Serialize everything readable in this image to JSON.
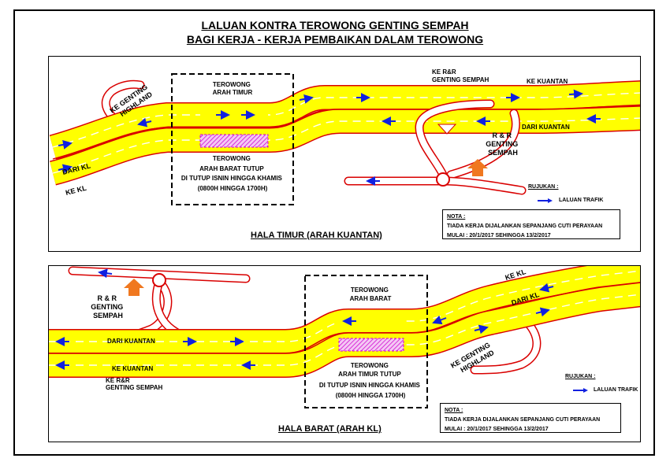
{
  "title_line1": "LALUAN KONTRA TEROWONG GENTING SEMPAH",
  "title_line2": "BAGI KERJA - KERJA PEMBAIKAN DALAM TEROWONG",
  "panel_east": {
    "caption": "HALA TIMUR (ARAH KUANTAN)",
    "label_ke_genting_highland": [
      "KE GENTING",
      "HIGHLAND"
    ],
    "label_dari_kl": "DARI KL",
    "label_ke_kl": "KE KL",
    "label_tunnel_open": [
      "TEROWONG",
      "ARAH TIMUR"
    ],
    "label_tunnel_closed": [
      "TEROWONG",
      "ARAH BARAT TUTUP",
      "DI TUTUP ISNIN HINGGA KHAMIS",
      "(0800H HINGGA 1700H)"
    ],
    "label_ke_rr": [
      "KE R&R",
      "GENTING SEMPAH"
    ],
    "label_ke_kuantan": "KE KUANTAN",
    "label_dari_kuantan": "DARI KUANTAN",
    "label_rr_genting": [
      "R & R",
      "GENTING",
      "SEMPAH"
    ],
    "legend_title": "RUJUKAN :",
    "legend_item": "LALUAN TRAFIK",
    "note_title": "NOTA :",
    "note_line1": "TIADA KERJA DIJALANKAN SEPANJANG CUTI PERAYAAN",
    "note_line2": "MULAI : 20/1/2017 SEHINGGA 13/2/2017"
  },
  "panel_west": {
    "caption": "HALA BARAT (ARAH KL)",
    "label_rr_genting": [
      "R & R",
      "GENTING",
      "SEMPAH"
    ],
    "label_dari_kuantan": "DARI KUANTAN",
    "label_ke_kuantan": "KE KUANTAN",
    "label_ke_rr": [
      "KE R&R",
      "GENTING SEMPAH"
    ],
    "label_tunnel_open": [
      "TEROWONG",
      "ARAH BARAT"
    ],
    "label_tunnel_closed": [
      "TEROWONG",
      "ARAH TIMUR TUTUP",
      "DI TUTUP ISNIN HINGGA KHAMIS",
      "(0800H HINGGA 1700H)"
    ],
    "label_ke_kl": "KE KL",
    "label_dari_kl": "DARI KL",
    "label_ke_genting_highland": [
      "KE GENTING",
      "HIGHLAND"
    ],
    "legend_title": "RUJUKAN :",
    "legend_item": "LALUAN TRAFIK",
    "note_title": "NOTA :",
    "note_line1": "TIADA KERJA DIJALANKAN SEPANJANG CUTI PERAYAAN",
    "note_line2": "MULAI : 20/1/2017 SEHINGGA 13/2/2017"
  },
  "colors": {
    "road_fill": "#ffff00",
    "road_edge": "#d90000",
    "traffic_arrow": "#1020e0",
    "closed_tunnel": "#e080e0",
    "rr_marker": "#f07820"
  },
  "icons": {
    "traffic_arrow": "arrow-right-icon",
    "rr_marker": "arrow-up-icon"
  }
}
